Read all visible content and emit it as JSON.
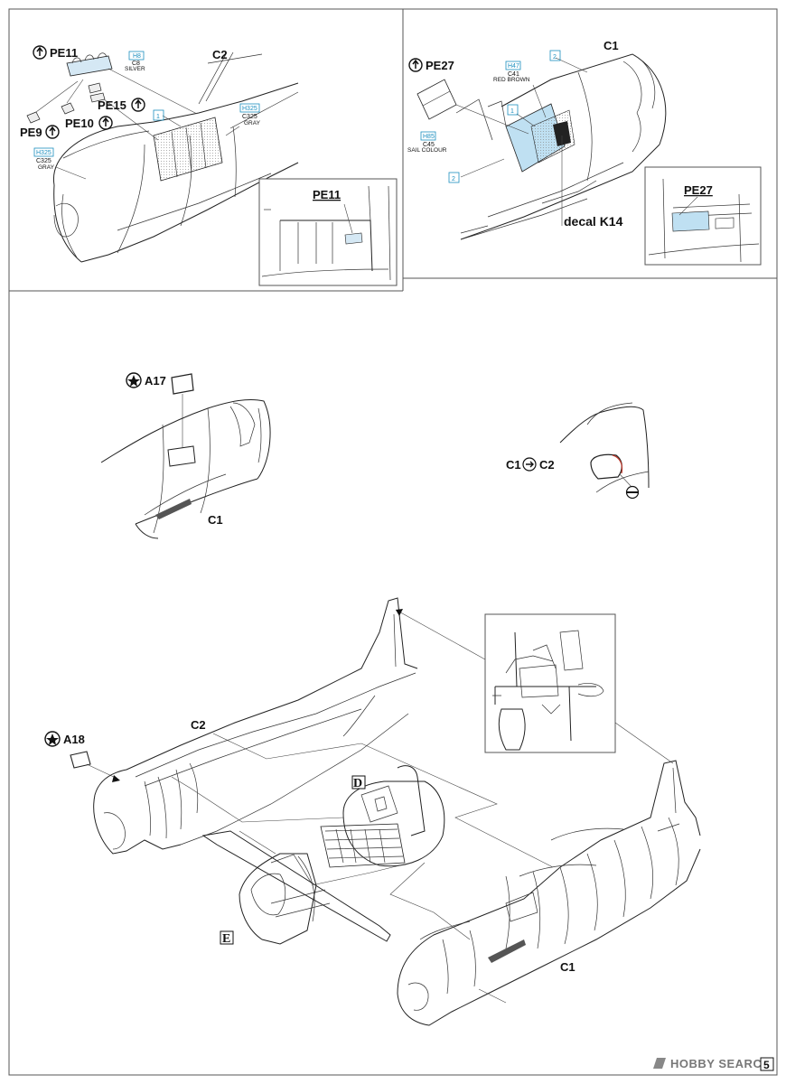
{
  "labels": {
    "pe11": "PE11",
    "c2": "C2",
    "pe15": "PE15",
    "pe10": "PE10",
    "pe9": "PE9",
    "pe27": "PE27",
    "c1": "C1",
    "decal_k14": "decal K14",
    "inset_pe11": "PE11",
    "inset_pe27": "PE27",
    "a17": "A17",
    "c1_step2": "C1",
    "cement": "C1",
    "cement2": "C2",
    "a18": "A18",
    "c2_main": "C2",
    "c1_main": "C1",
    "step_d": "D",
    "step_e": "E"
  },
  "colors": {
    "h8": "H8",
    "c8": "C8",
    "silver": "SILVER",
    "h325_a": "H325",
    "c325_a": "C325",
    "gray_a": "GRAY",
    "h325_b": "H325",
    "c325_b": "C325",
    "gray_b": "GRAY",
    "h47": "H47",
    "c41": "C41",
    "red_brown": "RED BROWN",
    "h85": "H85",
    "c45": "C45",
    "sail_colour": "SAIL COLOUR"
  },
  "callouts": {
    "one_a": "1",
    "one_b": "1",
    "two_a": "2",
    "two_b": "2"
  },
  "footer": {
    "watermark": "HOBBY SEARCH",
    "page": "5"
  },
  "palette": {
    "glass": "#bfe0f2",
    "line": "#222222",
    "accent_cyan": "#1c8fbf"
  }
}
